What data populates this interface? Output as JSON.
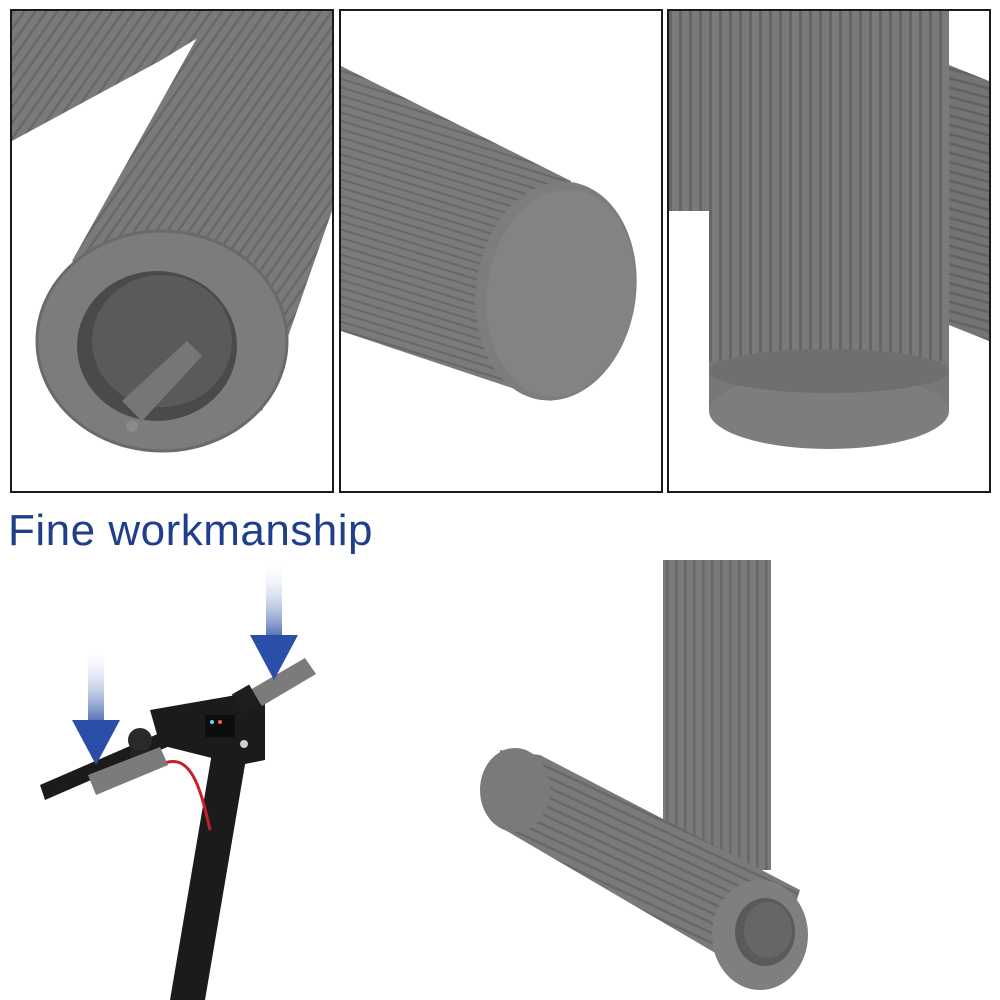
{
  "caption": {
    "text": "Fine workmanship",
    "color": "#1f3f8a"
  },
  "colors": {
    "grip": "#7a7a7a",
    "grip_dark": "#5e5e5e",
    "grip_light": "#8c8c8c",
    "scooter": "#1b1b1b",
    "brake_cable": "#c8202a",
    "arrow": "#2b4fa8"
  },
  "panels": [
    {
      "name": "open-end-closeup",
      "icon": "grip-open-end-icon"
    },
    {
      "name": "closed-end-closeup",
      "icon": "grip-closed-end-icon"
    },
    {
      "name": "flat-base-closeup",
      "icon": "grip-base-icon"
    }
  ]
}
